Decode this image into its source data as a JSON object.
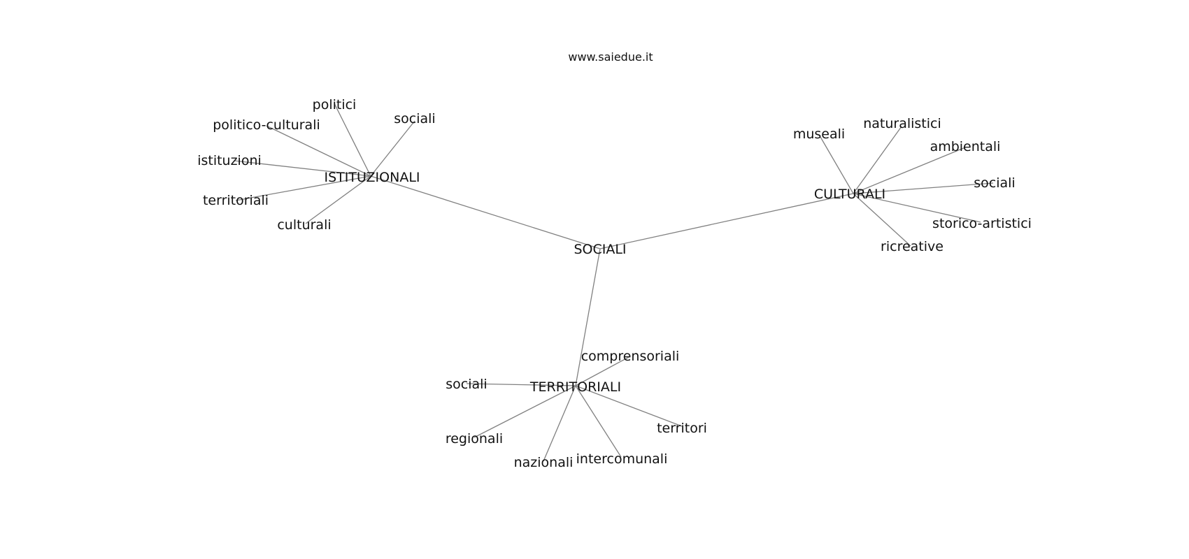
{
  "title": "www.saiedue.it",
  "diagram": {
    "type": "word-tree",
    "root": "SOCIALI",
    "branches": [
      {
        "label": "ISTITUZIONALI",
        "children": [
          "politici",
          "sociali",
          "politico-culturali",
          "istituzioni",
          "territoriali",
          "culturali"
        ]
      },
      {
        "label": "CULTURALI",
        "children": [
          "museali",
          "naturalistici",
          "ambientali",
          "sociali",
          "storico-artistici",
          "ricreative"
        ]
      },
      {
        "label": "TERRITORIALI",
        "children": [
          "comprensoriali",
          "sociali",
          "regionali",
          "nazionali",
          "intercomunali",
          "territori"
        ]
      }
    ],
    "colors": {
      "edge": "#808080",
      "text": "#111111",
      "background": "#ffffff"
    }
  }
}
